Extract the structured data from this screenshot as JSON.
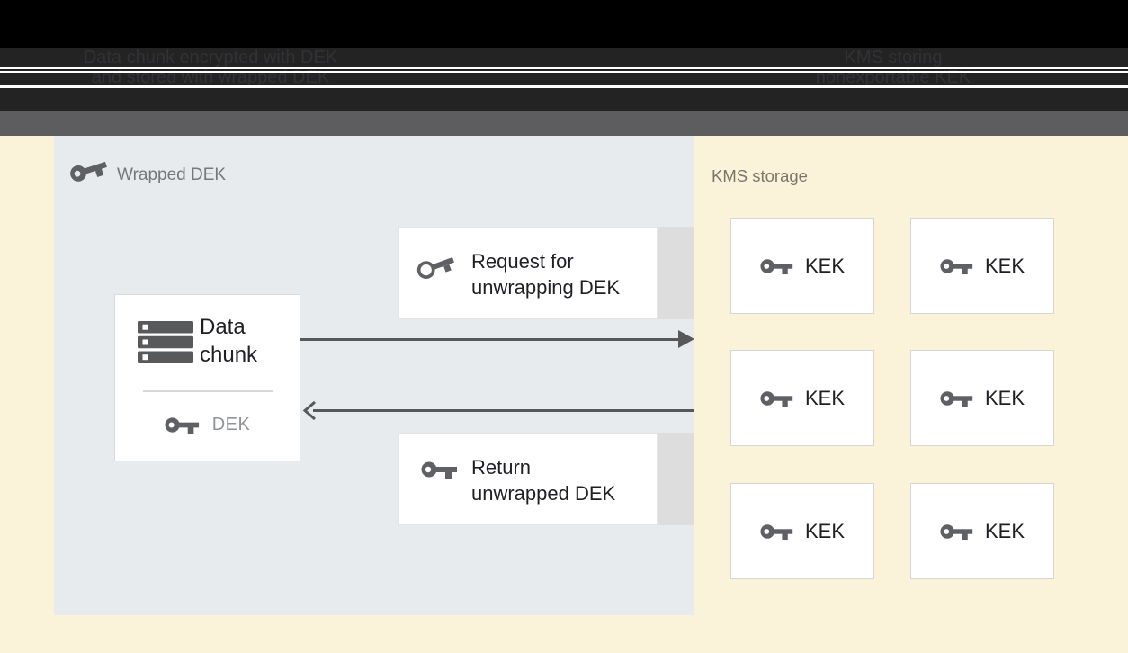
{
  "header": {
    "left_caption_line1": "Data chunk encrypted with DEK",
    "left_caption_line2": "and stored with wrapped DEK",
    "right_caption_line1": "KMS storing",
    "right_caption_line2": "nonexportable KEK"
  },
  "wrapped_dek_panel": {
    "title": "Wrapped DEK",
    "data_chunk_box": {
      "label": "Data chunk",
      "key_label": "DEK"
    },
    "request_box": {
      "line1": "Request for",
      "line2": "unwrapping DEK"
    },
    "return_box": {
      "line1": "Return",
      "line2": "unwrapped DEK"
    }
  },
  "kms_panel": {
    "title": "KMS storage",
    "keks": [
      "KEK",
      "KEK",
      "KEK",
      "KEK",
      "KEK",
      "KEK"
    ]
  },
  "icons": {
    "wrapped_dek": "key-icon",
    "data_chunk": "storage-stack-icon",
    "dek": "key-icon",
    "request": "key-outline-icon",
    "return": "key-icon",
    "kek": "key-icon"
  },
  "colors": {
    "header_bg": "#000000",
    "header_band": "#232323",
    "header_text": "#323236",
    "bar_gray": "#5d5d5f",
    "cream": "#fbf3d9",
    "panel": "#e8ebee",
    "band_gray": "#dddddd",
    "arrow": "#57585a",
    "key_gray": "#5f6063",
    "text_dark": "#1f2023",
    "label_gray": "#76777a",
    "kms_label": "#7b756a",
    "dek_gray": "#8f9397"
  }
}
